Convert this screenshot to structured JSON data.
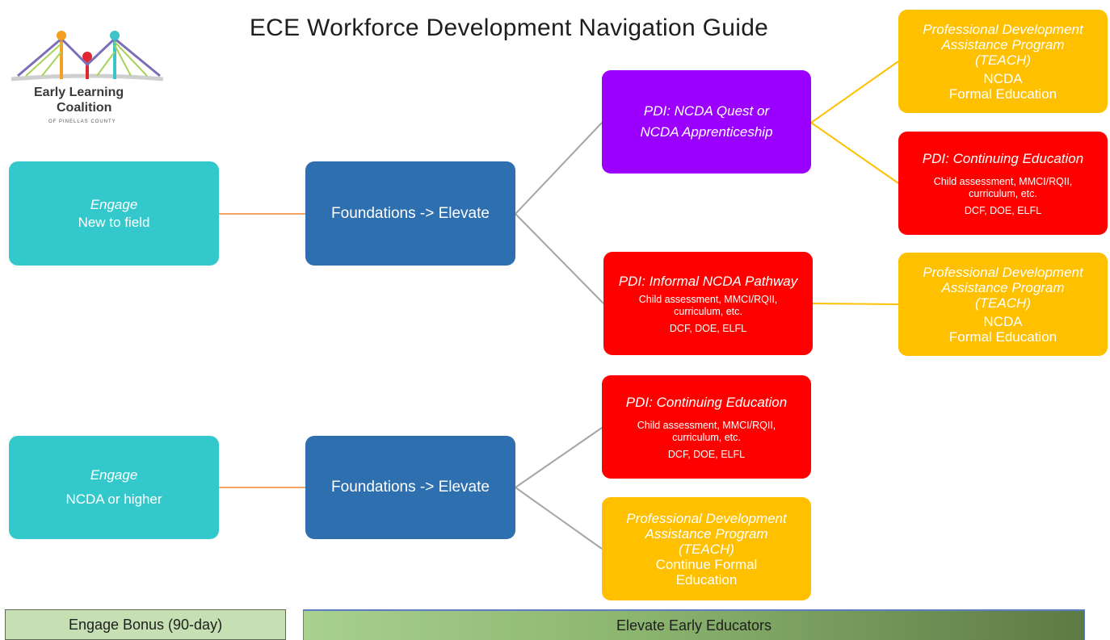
{
  "logo": {
    "line1": "Early Learning",
    "line2": "Coalition",
    "line3": "OF PINELLAS COUNTY"
  },
  "title": "ECE Workforce Development Navigation Guide",
  "row1": {
    "engage": {
      "italic": "Engage",
      "sub": "New to field"
    },
    "foundations": "Foundations -> Elevate",
    "quest": {
      "line1": "PDI: NCDA Quest or",
      "line2": "NCDA Apprenticeship"
    },
    "teach_top": {
      "title1": "Professional Development",
      "title2": "Assistance Program",
      "title3": "(TEACH)",
      "sub1": "NCDA",
      "sub2": "Formal Education"
    },
    "cont_ed_top": {
      "title": "PDI: Continuing Education",
      "line1": "Child assessment, MMCI/RQII,",
      "line2": "curriculum,  etc.",
      "line3": "DCF, DOE, ELFL"
    },
    "informal": {
      "title": "PDI: Informal NCDA Pathway",
      "line1": "Child assessment, MMCI/RQII,",
      "line2": "curriculum,  etc.",
      "line3": "DCF, DOE, ELFL"
    },
    "teach_mid": {
      "title1": "Professional Development",
      "title2": "Assistance Program",
      "title3": "(TEACH)",
      "sub1": "NCDA",
      "sub2": "Formal Education"
    }
  },
  "row2": {
    "engage": {
      "italic": "Engage",
      "sub": "NCDA or higher"
    },
    "foundations": "Foundations -> Elevate",
    "cont_ed": {
      "title": "PDI: Continuing Education",
      "line1": "Child assessment, MMCI/RQII,",
      "line2": "curriculum,  etc.",
      "line3": "DCF, DOE, ELFL"
    },
    "teach": {
      "title1": "Professional Development",
      "title2": "Assistance Program",
      "title3": "(TEACH)",
      "sub1": "Continue Formal",
      "sub2": "Education"
    }
  },
  "footer": {
    "bonus": "Engage Bonus (90-day)",
    "elevate": "Elevate Early Educators"
  },
  "colors": {
    "teal": "#33c9cc",
    "blue": "#2e6fb0",
    "purple": "#9b00ff",
    "red": "#ff0000",
    "gold": "#ffc000",
    "connector_orange": "#f4a460",
    "connector_gray": "#a6a6a6",
    "connector_gold": "#ffc000"
  }
}
